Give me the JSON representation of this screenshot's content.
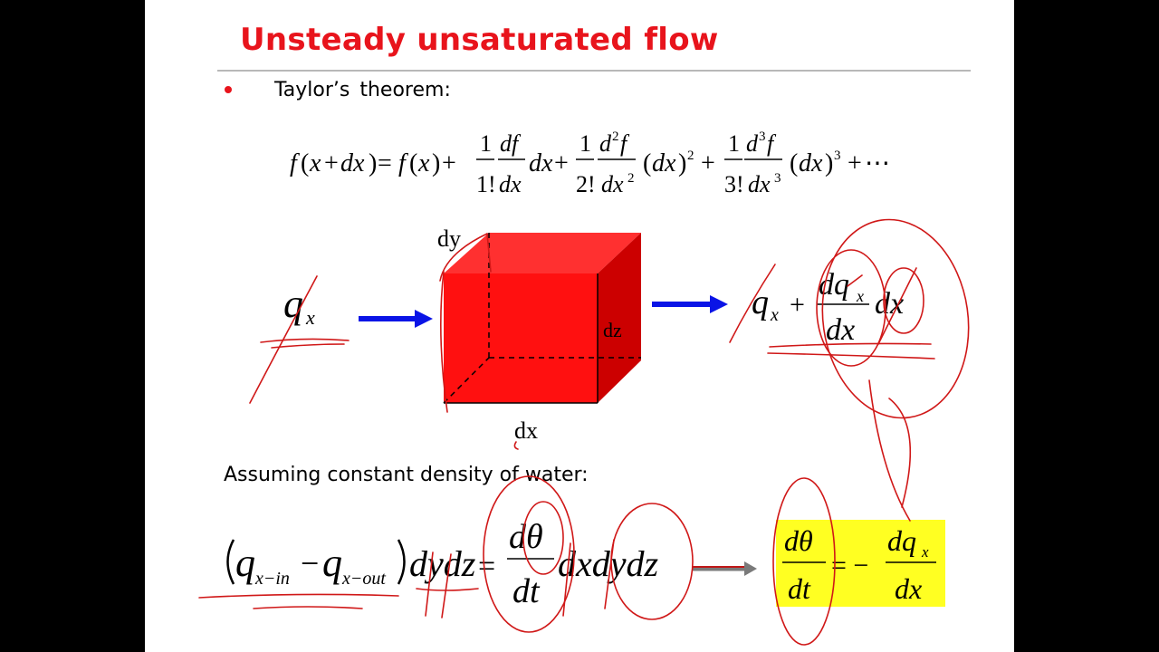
{
  "slide": {
    "title": "Unsteady unsaturated flow",
    "bullet": "Taylor’s theorem:",
    "assumption": "Assuming constant density of water:"
  },
  "taylor": {
    "f": "f",
    "x": "x",
    "dx": "dx",
    "plus": "+",
    "equals": "=",
    "one": "1",
    "fact1": "1!",
    "fact2": "2!",
    "fact3": "3!",
    "df": "df",
    "d": "d",
    "sup2": "2",
    "sup3": "3",
    "ellipsis": "⋯"
  },
  "cube": {
    "label_dy": "dy",
    "label_dz": "dz",
    "label_dx": "dx",
    "inflow_q": "q",
    "inflow_sub": "x",
    "outflow_q": "q",
    "outflow_sub": "x",
    "outflow_plus": "+",
    "outflow_num": "dq",
    "outflow_den": "dx",
    "outflow_mult": "dx"
  },
  "continuity": {
    "q": "q",
    "sub_in": "x−in",
    "minus": "−",
    "sub_out": "x−out",
    "dydz": "dydz",
    "equals": "=",
    "num": "dθ",
    "den": "dt",
    "tail": "dxdydz"
  },
  "result": {
    "lhs_num": "dθ",
    "lhs_den": "dt",
    "equals_minus": "= −",
    "rhs_num": "dq",
    "rhs_sub": "x",
    "rhs_den": "dx"
  },
  "colors": {
    "title_red": "#e8141c",
    "cube_red": "#ff1010",
    "arrow_blue": "#0a14e6",
    "ink_red": "#d01818",
    "highlight_yellow": "#ffff22"
  }
}
